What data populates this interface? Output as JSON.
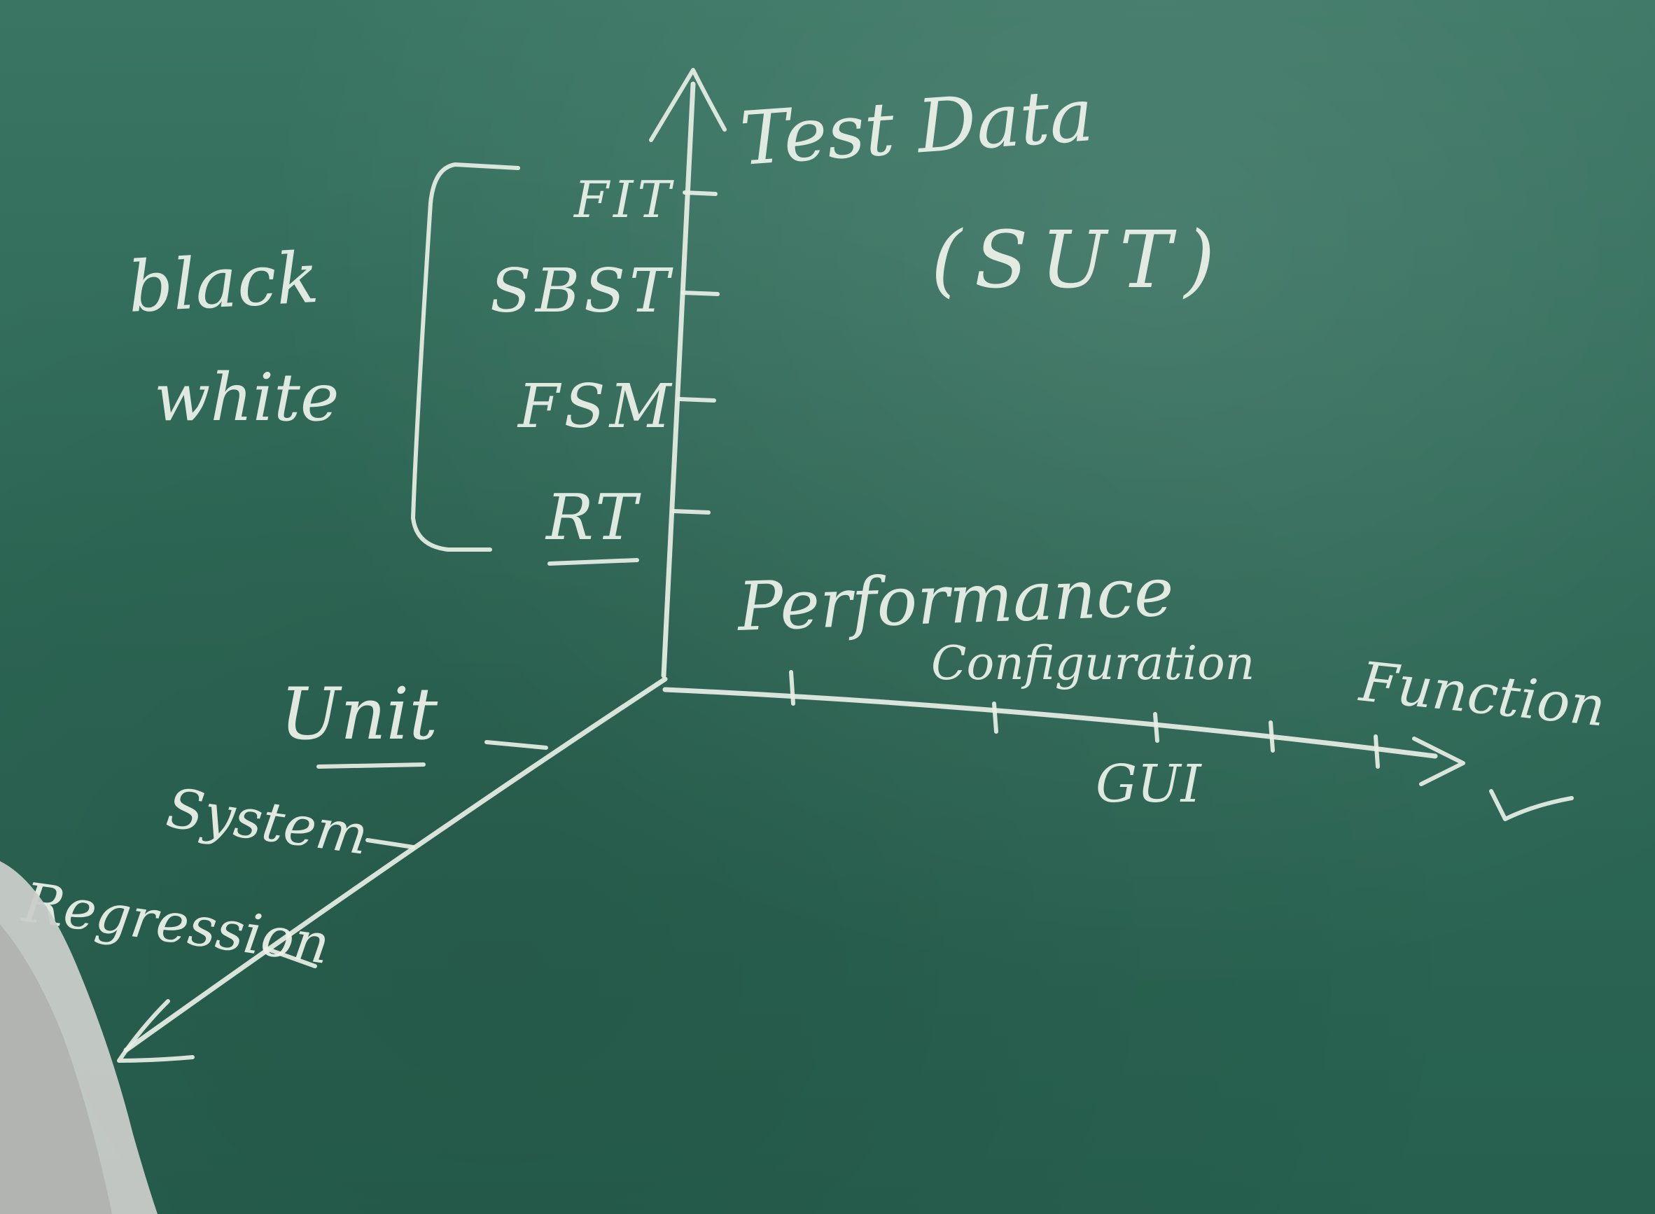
{
  "board": {
    "vertical_axis_label": "Test Data",
    "sut_label": "(SUT)",
    "left_notes": [
      "black",
      "white"
    ],
    "vertical_items": [
      "FIT",
      "SBST",
      "FSM",
      "RT"
    ],
    "horizontal_items": {
      "performance": "Performance",
      "configuration": "Configuration",
      "function": "Function",
      "gui": "GUI"
    },
    "depth_items": [
      "Unit",
      "System",
      "Regression"
    ]
  },
  "colors": {
    "board": "#2f6a58",
    "chalk": "#e8efe6"
  }
}
